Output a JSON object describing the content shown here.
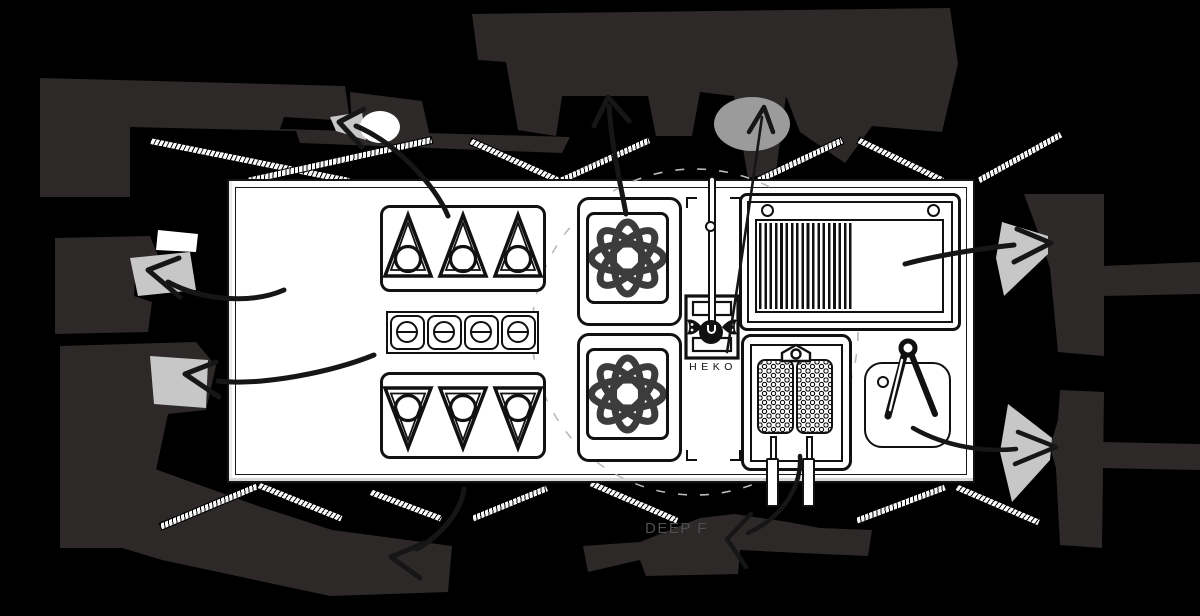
{
  "scene": {
    "type": "equipment-panel-illustration",
    "background_color": "#000000",
    "panel_fill": "#ffffff"
  },
  "labels": {
    "lever_brand": "HEKO",
    "caption_partial": "DEEP F"
  },
  "equipment": [
    {
      "name": "cone-rack",
      "items": 3
    },
    {
      "name": "knob-row",
      "items": 4
    },
    {
      "name": "cup-rack",
      "items": 3
    },
    {
      "name": "atom-burner",
      "items": 2
    },
    {
      "name": "control-lever",
      "brand": "HEKO"
    },
    {
      "name": "vent-grille",
      "screws": 2
    },
    {
      "name": "deep-fryer",
      "baskets": 2,
      "handles": 2
    },
    {
      "name": "compass-tool",
      "pad_holes": 1
    }
  ],
  "annotations": {
    "callout_arrows": 9,
    "redacted_label_blobs": 11,
    "hatched_cables": 14,
    "dashed_guide_circles": 1
  },
  "colors": {
    "blob": "#2e2929",
    "arrow": "#161616",
    "line_art": "#111111",
    "atom_stroke": "#3c3c3c",
    "guide_dash": "#b9b9b9",
    "caption_text": "#4f4f4f",
    "hatch_fill": "#f8f8f8"
  }
}
